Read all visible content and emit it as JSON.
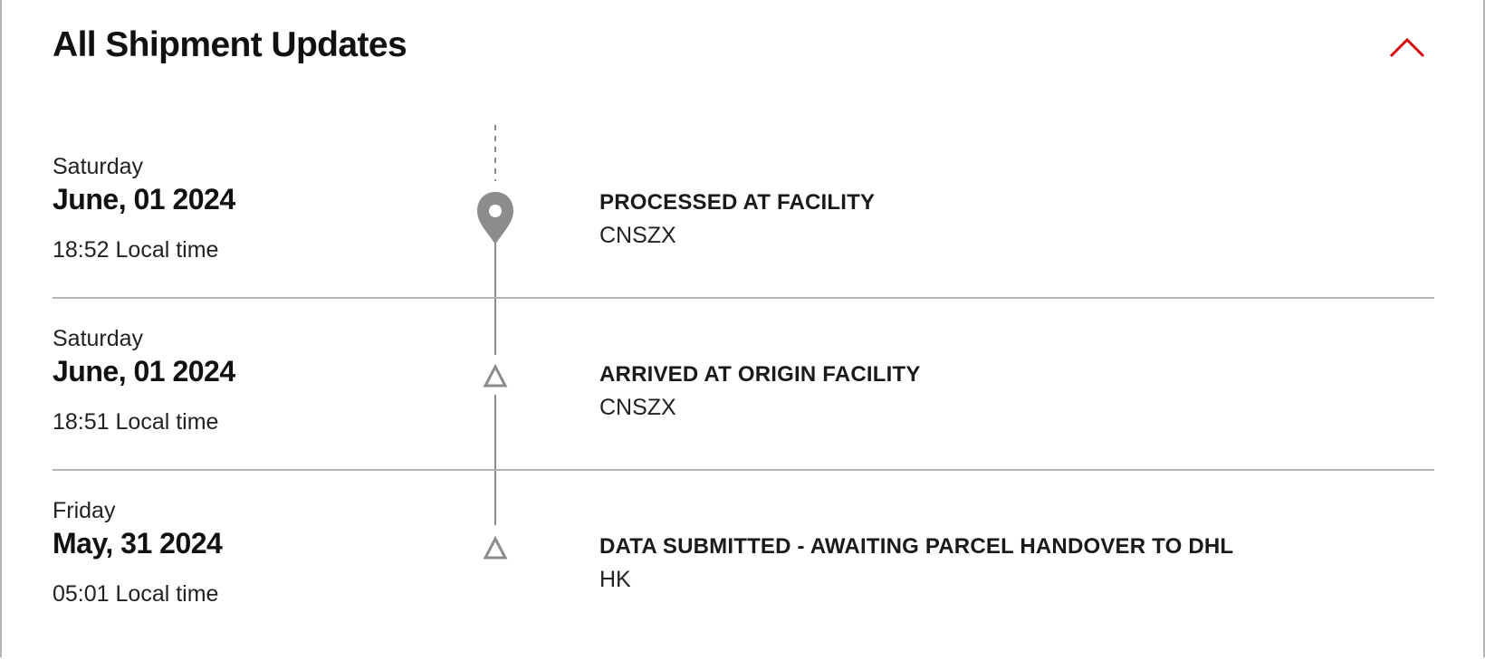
{
  "header": {
    "title": "All Shipment Updates",
    "toggle_icon": "chevron-up-icon",
    "accent_color": "#d40511"
  },
  "events": [
    {
      "day": "Saturday",
      "date": "June, 01 2024",
      "time": "18:52 Local time",
      "status": "PROCESSED AT FACILITY",
      "location": "CNSZX",
      "marker_icon": "location-pin-icon"
    },
    {
      "day": "Saturday",
      "date": "June, 01 2024",
      "time": "18:51 Local time",
      "status": "ARRIVED AT ORIGIN FACILITY",
      "location": "CNSZX",
      "marker_icon": "triangle-icon"
    },
    {
      "day": "Friday",
      "date": "May, 31 2024",
      "time": "05:01 Local time",
      "status": "DATA SUBMITTED - AWAITING PARCEL HANDOVER TO DHL",
      "location": "HK",
      "marker_icon": "triangle-icon"
    }
  ],
  "colors": {
    "divider": "#b3b3b3",
    "timeline": "#8c8c8c",
    "text": "#1a1a1a"
  }
}
